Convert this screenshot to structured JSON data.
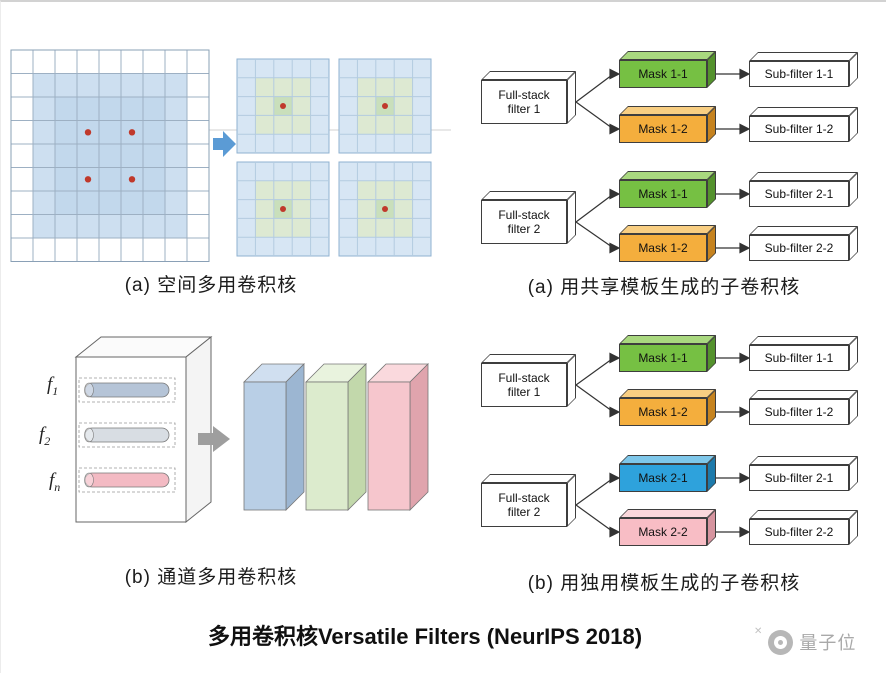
{
  "page": {
    "title": "多用卷积核Versatile Filters (NeurIPS 2018)",
    "watermark_text": "量子位"
  },
  "spatial_panel": {
    "caption": "(a) 空间多用卷积核",
    "colors": {
      "cell_blue": "#cddff0",
      "cell_blue_dark": "#c2d8ec",
      "dot_red": "#c0392b",
      "arrow_blue": "#5b9bd5",
      "small_cell_blue": "#d7e6f4",
      "small_center_green": "#dde9d2",
      "small_center_green_dark": "#c9dfbb"
    }
  },
  "channel_panel": {
    "caption": "(b) 通道多用卷积核",
    "filter_labels": [
      {
        "base": "f",
        "sub": "1"
      },
      {
        "base": "f",
        "sub": "2"
      },
      {
        "base": "f",
        "sub": "n"
      }
    ],
    "colors": {
      "rod1": "#b5c4d7",
      "rod2": "#d8dde3",
      "rod3": "#f3bac3",
      "arrow_gray": "#9e9e9e",
      "slab1_front": "#b9cfe6",
      "slab1_top": "#d0dff0",
      "slab1_side": "#9cb6d2",
      "slab2_front": "#dcebcd",
      "slab2_top": "#e9f3de",
      "slab2_side": "#c2d8ab",
      "slab3_front": "#f6c6cd",
      "slab3_top": "#fad9dd",
      "slab3_side": "#e0a4ad"
    }
  },
  "shared_panel": {
    "caption": "(a) 用共享模板生成的子卷积核",
    "groups": [
      {
        "source_label": "Full-stack filter 1",
        "masks": [
          {
            "label": "Mask 1-1",
            "front": "#76c043",
            "top": "#a9d87f",
            "side": "#54922d"
          },
          {
            "label": "Mask 1-2",
            "front": "#f4ae3d",
            "top": "#f8ce82",
            "side": "#c6831f"
          }
        ],
        "subfilters": [
          {
            "label": "Sub-filter 1-1"
          },
          {
            "label": "Sub-filter 1-2"
          }
        ]
      },
      {
        "source_label": "Full-stack filter 2",
        "masks": [
          {
            "label": "Mask 1-1",
            "front": "#76c043",
            "top": "#a9d87f",
            "side": "#54922d"
          },
          {
            "label": "Mask 1-2",
            "front": "#f4ae3d",
            "top": "#f8ce82",
            "side": "#c6831f"
          }
        ],
        "subfilters": [
          {
            "label": "Sub-filter 2-1"
          },
          {
            "label": "Sub-filter 2-2"
          }
        ]
      }
    ]
  },
  "individual_panel": {
    "caption": "(b) 用独用模板生成的子卷积核",
    "groups": [
      {
        "source_label": "Full-stack filter 1",
        "masks": [
          {
            "label": "Mask 1-1",
            "front": "#76c043",
            "top": "#a9d87f",
            "side": "#54922d"
          },
          {
            "label": "Mask 1-2",
            "front": "#f4ae3d",
            "top": "#f8ce82",
            "side": "#c6831f"
          }
        ],
        "subfilters": [
          {
            "label": "Sub-filter 1-1"
          },
          {
            "label": "Sub-filter 1-2"
          }
        ]
      },
      {
        "source_label": "Full-stack filter 2",
        "masks": [
          {
            "label": "Mask 2-1",
            "front": "#2ea2dc",
            "top": "#7ec7ea",
            "side": "#1d7aab"
          },
          {
            "label": "Mask 2-2",
            "front": "#f8bdc5",
            "top": "#fbd7db",
            "side": "#d6949f"
          }
        ],
        "subfilters": [
          {
            "label": "Sub-filter 2-1"
          },
          {
            "label": "Sub-filter 2-2"
          }
        ]
      }
    ]
  }
}
